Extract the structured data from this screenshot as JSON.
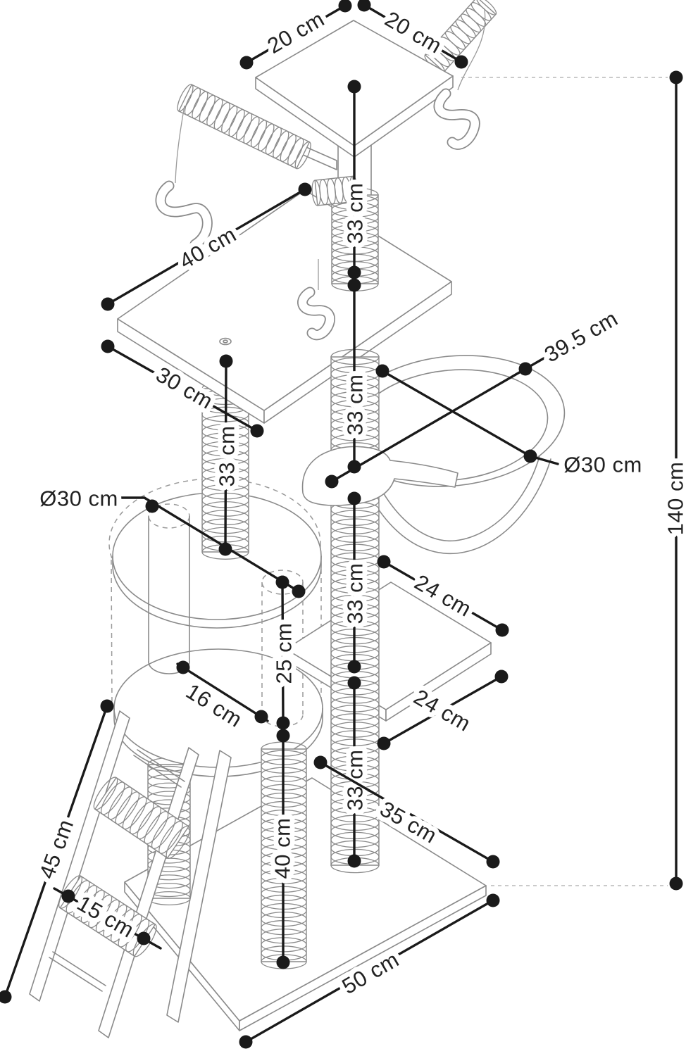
{
  "diagram": {
    "type": "isometric dimension drawing",
    "subject": "cat tree scratching tower with platforms, basket, barrel condo and ladder",
    "unit": "cm"
  },
  "colors": {
    "background": "#ffffff",
    "structure_line": "#8a8a8a",
    "dimension_line": "#1a1a1a",
    "label_text": "#222222"
  },
  "dims": {
    "top_platform_width": "20 cm",
    "top_platform_depth": "20 cm",
    "upper_post_height": "33 cm",
    "large_platform_width": "40 cm",
    "large_platform_depth": "30 cm",
    "mid_post_height": "33 cm",
    "basket_outer_diameter": "39.5 cm",
    "basket_inner_diameter": "Ø30 cm",
    "total_height": "140 cm",
    "left_post_height": "33 cm",
    "barrel_diameter": "Ø30 cm",
    "barrel_height": "25 cm",
    "inner_post_gap": "16 cm",
    "small_platform_width": "24 cm",
    "small_platform_depth": "24 cm",
    "lower_mid_post_height": "33 cm",
    "bottom_post_height": "33 cm",
    "base_depth": "35 cm",
    "bottom_left_post_height": "40 cm",
    "ladder_length": "45 cm",
    "ladder_rung_length": "15 cm",
    "base_width": "50 cm"
  }
}
